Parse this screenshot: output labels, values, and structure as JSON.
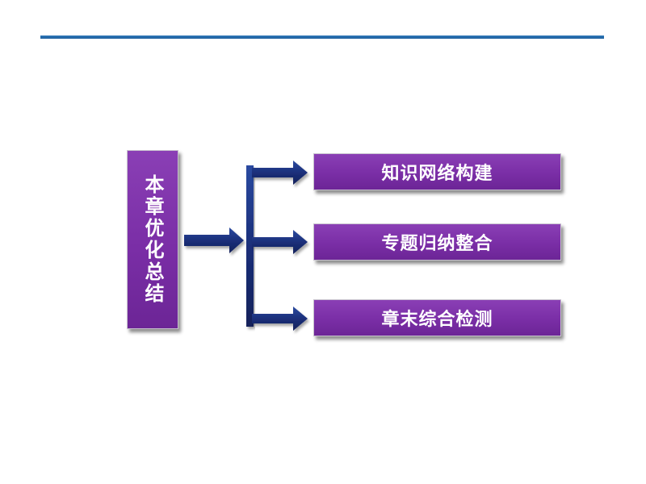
{
  "main": {
    "label": "本章优化总结"
  },
  "items": [
    {
      "label": "知识网络构建"
    },
    {
      "label": "专题归纳整合"
    },
    {
      "label": "章末综合检测"
    }
  ],
  "colors": {
    "box_fill": "#7a2ea6",
    "arrow_fill": "#1b2f7a",
    "rule": "#2a6fb0"
  }
}
